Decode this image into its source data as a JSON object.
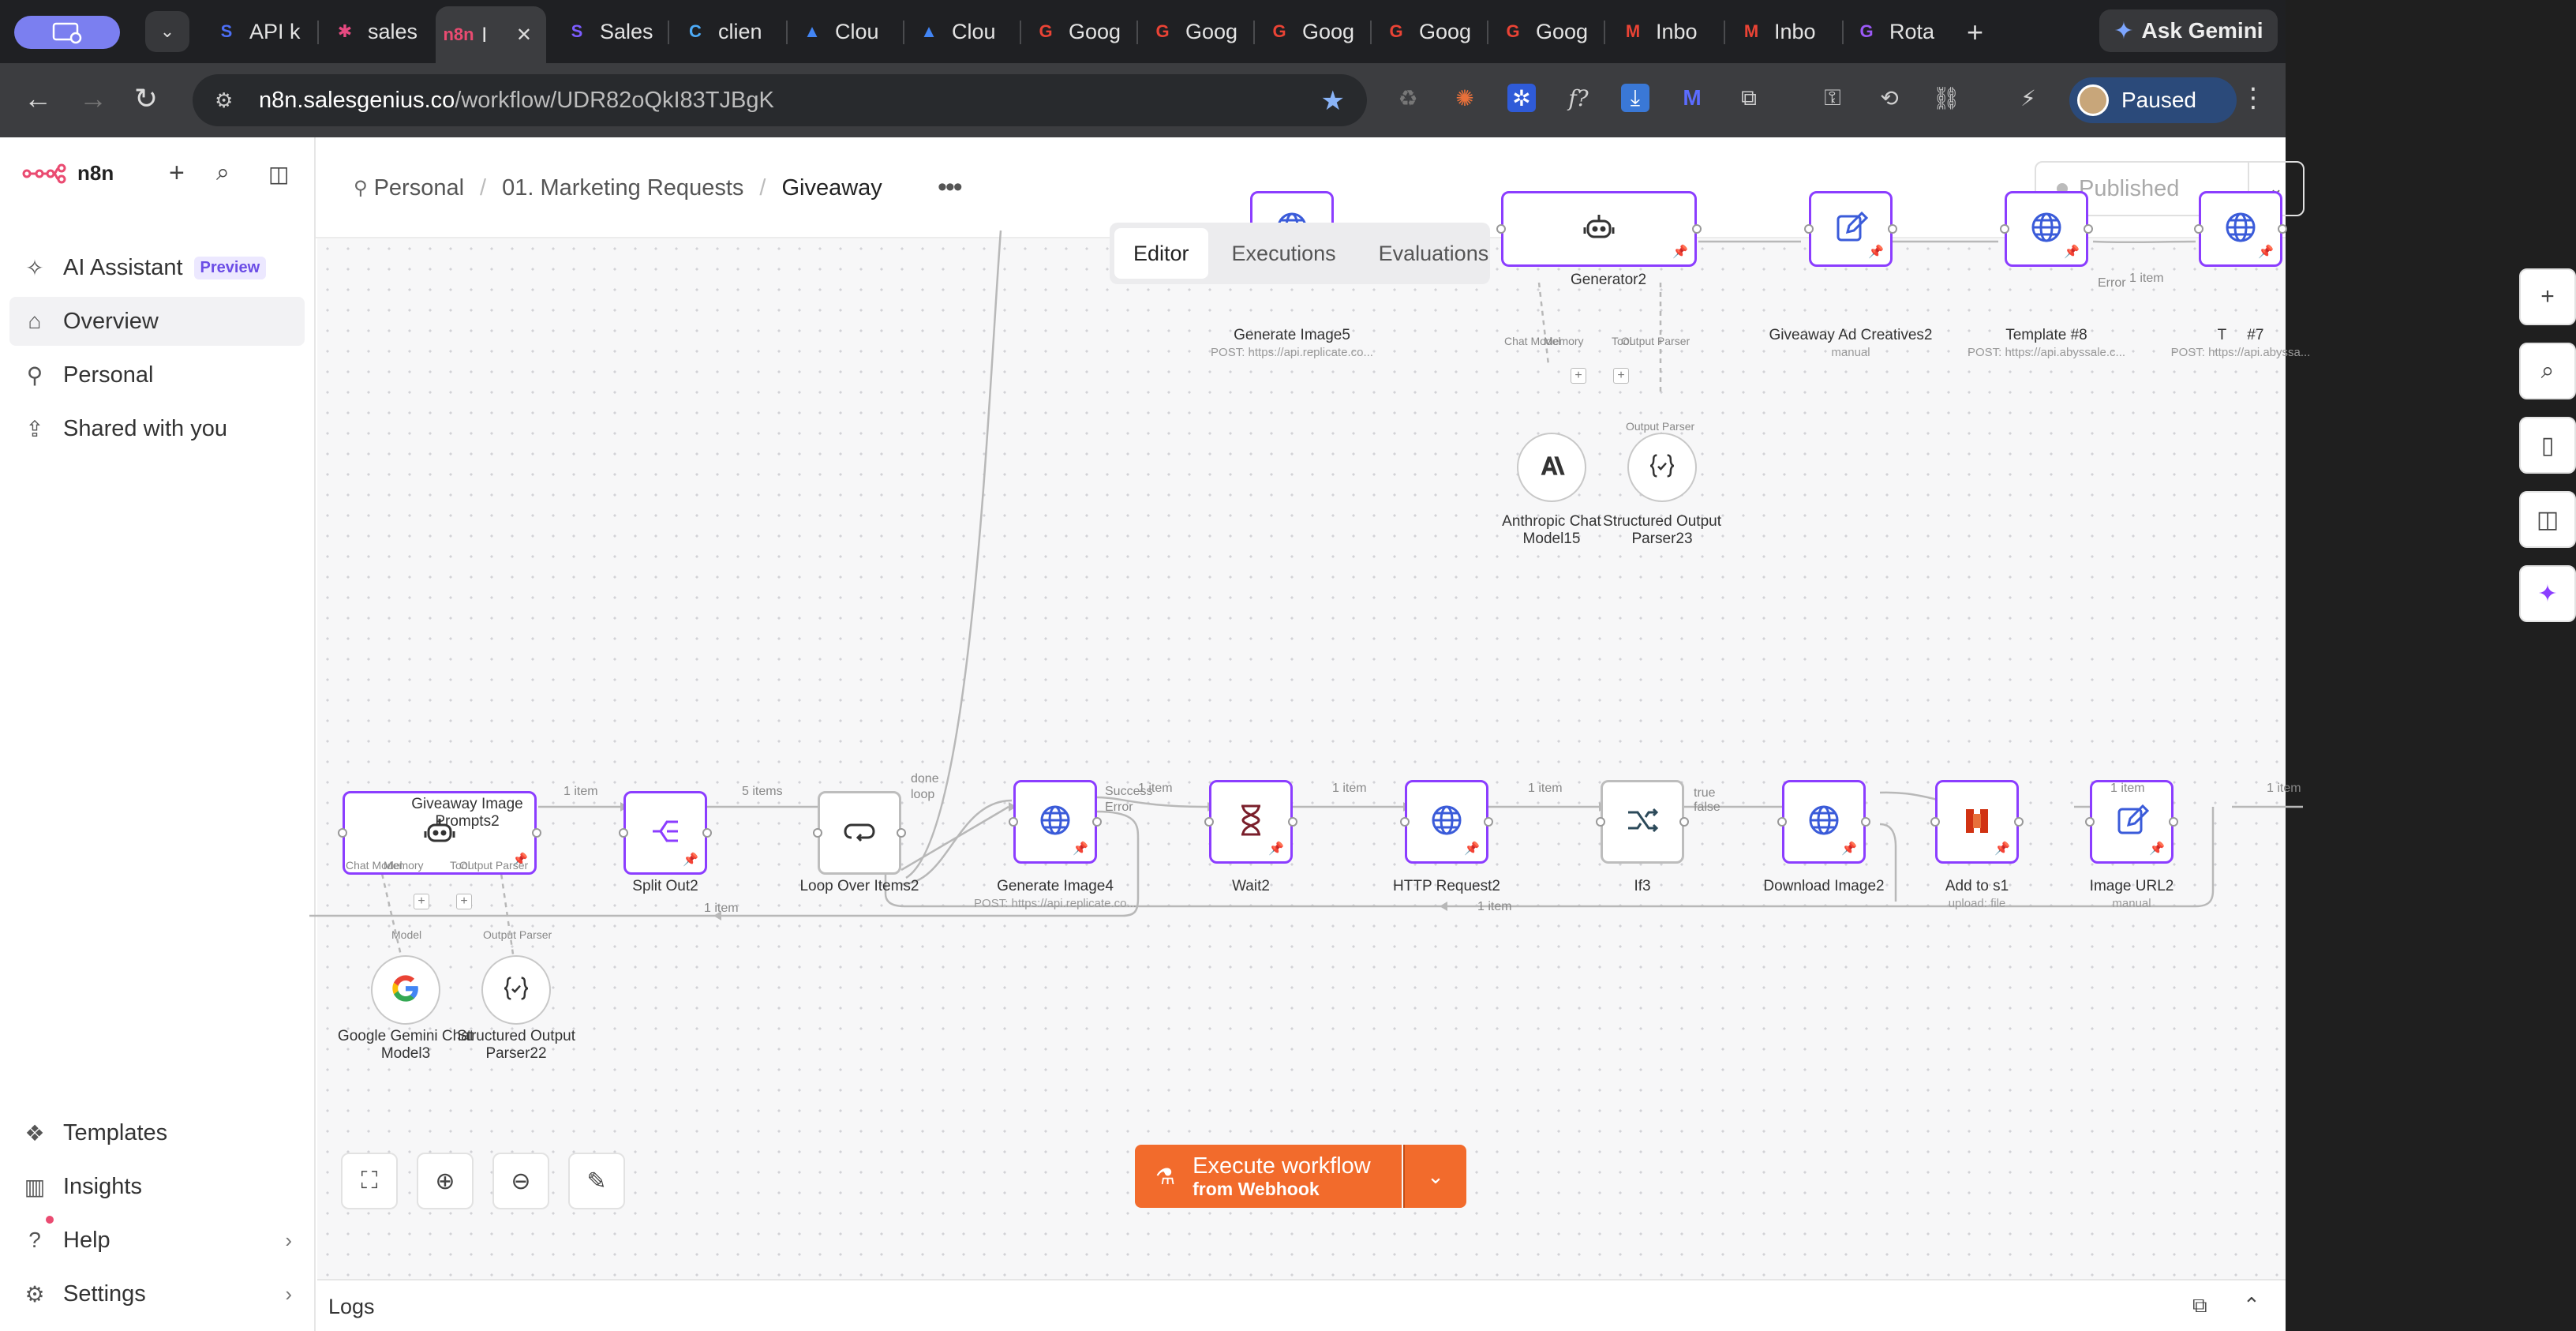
{
  "browser": {
    "tabs": [
      {
        "label": "API k",
        "fav": "S",
        "fav_color": "#4c6ef5"
      },
      {
        "label": "sales",
        "fav": "✱",
        "fav_color": "#e64980"
      },
      {
        "label": "I",
        "fav": "n8n",
        "fav_color": "#ea4b71"
      },
      {
        "label": "Sales",
        "fav": "S",
        "fav_color": "#7c5cff"
      },
      {
        "label": "clien",
        "fav": "C",
        "fav_color": "#4dabf7"
      },
      {
        "label": "Clou",
        "fav": "▲",
        "fav_color": "#4285f4"
      },
      {
        "label": "Clou",
        "fav": "▲",
        "fav_color": "#4285f4"
      },
      {
        "label": "Goog",
        "fav": "G",
        "fav_color": "#ea4335"
      },
      {
        "label": "Goog",
        "fav": "G",
        "fav_color": "#ea4335"
      },
      {
        "label": "Goog",
        "fav": "G",
        "fav_color": "#ea4335"
      },
      {
        "label": "Goog",
        "fav": "G",
        "fav_color": "#ea4335"
      },
      {
        "label": "Goog",
        "fav": "G",
        "fav_color": "#ea4335"
      },
      {
        "label": "Inbo",
        "fav": "M",
        "fav_color": "#ea4335"
      },
      {
        "label": "Inbo",
        "fav": "M",
        "fav_color": "#ea4335"
      },
      {
        "label": "Rota",
        "fav": "G",
        "fav_color": "#9b59f6"
      }
    ],
    "ask_gemini": "Ask Gemini",
    "url_host": "n8n.salesgenius.co",
    "url_path": "/workflow/UDR82oQkI83TJBgK",
    "profile_status": "Paused"
  },
  "sidebar": {
    "brand": "n8n",
    "items_top": [
      {
        "label": "AI Assistant",
        "badge": "Preview",
        "icon": "sparkle-icon"
      },
      {
        "label": "Overview",
        "icon": "home-icon"
      },
      {
        "label": "Personal",
        "icon": "user-icon"
      },
      {
        "label": "Shared with you",
        "icon": "share-icon"
      }
    ],
    "items_bottom": [
      {
        "label": "Templates",
        "icon": "templates-icon"
      },
      {
        "label": "Insights",
        "icon": "chart-icon"
      },
      {
        "label": "Help",
        "icon": "help-icon"
      },
      {
        "label": "Settings",
        "icon": "gear-icon"
      }
    ]
  },
  "header": {
    "crumb_1": "Personal",
    "crumb_2": "01. Marketing Requests",
    "crumb_3": "Giveaway",
    "published": "Published"
  },
  "canvas": {
    "tabs": [
      "Editor",
      "Executions",
      "Evaluations"
    ],
    "nodes": [
      {
        "id": "generate-image5",
        "label": "Generate Image5",
        "sub": "POST: https://api.replicate.co..."
      },
      {
        "id": "generator2",
        "label": "Generator2",
        "sub": ""
      },
      {
        "id": "giveaway-ad-creatives2",
        "label": "Giveaway Ad Creatives2",
        "sub": "manual"
      },
      {
        "id": "template-8",
        "label": "Template #8",
        "sub": "POST: https://api.abyssale.c..."
      },
      {
        "id": "template-7",
        "label": "T     #7",
        "sub": "POST: https://api.abyssa..."
      },
      {
        "id": "anthropic-chat-model15",
        "label": "Anthropic Chat\nModel15",
        "sub": ""
      },
      {
        "id": "structured-output-parser23",
        "label": "Structured Output\nParser23",
        "sub": ""
      },
      {
        "id": "giveaway-image-prompts2",
        "label": "Giveaway Image\nPrompts2",
        "sub": ""
      },
      {
        "id": "split-out2",
        "label": "Split Out2",
        "sub": ""
      },
      {
        "id": "loop-over-items2",
        "label": "Loop Over Items2",
        "sub": ""
      },
      {
        "id": "generate-image4",
        "label": "Generate Image4",
        "sub": "POST: https://api.replicate.co..."
      },
      {
        "id": "wait2",
        "label": "Wait2",
        "sub": ""
      },
      {
        "id": "http-request2",
        "label": "HTTP Request2",
        "sub": ""
      },
      {
        "id": "if3",
        "label": "If3",
        "sub": ""
      },
      {
        "id": "download-image2",
        "label": "Download Image2",
        "sub": ""
      },
      {
        "id": "add-to-s1",
        "label": "Add to s1",
        "sub": "upload: file"
      },
      {
        "id": "image-url2",
        "label": "Image URL2",
        "sub": "manual"
      },
      {
        "id": "google-gemini-chat-model3",
        "label": "Google Gemini Chat\nModel3",
        "sub": ""
      },
      {
        "id": "structured-output-parser22",
        "label": "Structured Output\nParser22",
        "sub": ""
      }
    ],
    "edge_labels": {
      "e1": "1 item",
      "e2": "5 items",
      "done": "done",
      "loop": "loop",
      "success": "Success",
      "error": "Error",
      "e3": "1 item",
      "e4": "1 item",
      "e5": "1 item",
      "true": "true",
      "false": "false",
      "e6": "1 item",
      "e7": "1 item",
      "back1": "1 item",
      "back2": "1 item",
      "top_error": "Error",
      "top_item": "1 item"
    },
    "port_labels": {
      "chat_model": "Chat Model",
      "memory": "Memory",
      "tool": "Tool",
      "output_parser": "Output Parser",
      "model": "Model",
      "output_parser_2": "Output Parser",
      "output_parser_top": "Output Parser"
    },
    "execute_title": "Execute workflow",
    "execute_sub": "from Webhook"
  },
  "logs": {
    "label": "Logs"
  }
}
